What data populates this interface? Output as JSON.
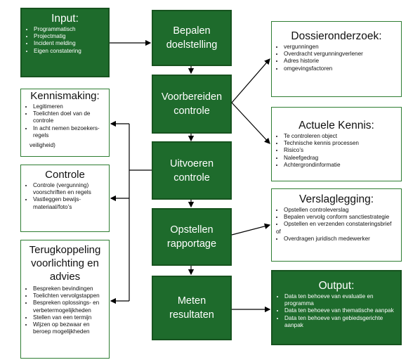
{
  "input": {
    "title": "Input:",
    "items": [
      "Programmatisch",
      "Projectmatig",
      "Incident melding",
      "Eigen constatering"
    ]
  },
  "steps": [
    {
      "label": "Bepalen\ndoelstelling"
    },
    {
      "label": "Voorbereiden\ncontrole"
    },
    {
      "label": "Uitvoeren\ncontrole"
    },
    {
      "label": "Opstellen\nrapportage"
    },
    {
      "label": "Meten\nresultaten"
    }
  ],
  "kennismaking": {
    "title": "Kennismaking:",
    "items": [
      "Legitimeren",
      "Toelichten doel van de controle",
      "In acht nemen bezoekers-regels"
    ],
    "after": "veiligheid)"
  },
  "controle": {
    "title": "Controle",
    "items": [
      "Controle (vergunning) voorschriften en regels",
      "Vastleggen bewijs-materiaal/foto’s"
    ]
  },
  "terugkoppeling": {
    "title": "Terugkoppeling voorlichting en advies",
    "items": [
      "Bespreken bevindingen",
      "Toelichten vervolgstappen",
      "Bespreken oplossings- en verbetermogelijkheden",
      "Stellen van een termijn",
      "Wijzen op bezwaar en beroep mogelijkheden"
    ]
  },
  "dossier": {
    "title": "Dossieronderzoek:",
    "items": [
      "vergunningen",
      "Overdracht vergunningverlener",
      "Adres historie",
      "omgevingsfactoren"
    ]
  },
  "kennis": {
    "title": "Actuele Kennis:",
    "items": [
      "Te controleren object",
      "Technische kennis processen",
      "Risico’s",
      "Naleefgedrag",
      "Achtergrondinformatie"
    ]
  },
  "verslag": {
    "title": "Verslaglegging:",
    "items": [
      "Opstellen controleverslag",
      "Bepalen vervolg conform sanctiestrategie",
      "Opstellen en verzenden constateringsbrief"
    ],
    "or": "of",
    "items2": [
      "Overdragen juridisch medewerker"
    ]
  },
  "output": {
    "title": "Output:",
    "items": [
      "Data ten behoeve van evaluatie en programma",
      "Data ten behoeve van thematische aanpak",
      "Data ten behoeve van gebiedsgerichte aanpak"
    ]
  },
  "colors": {
    "green": "#1e6b2c",
    "border": "#2e7d32"
  }
}
